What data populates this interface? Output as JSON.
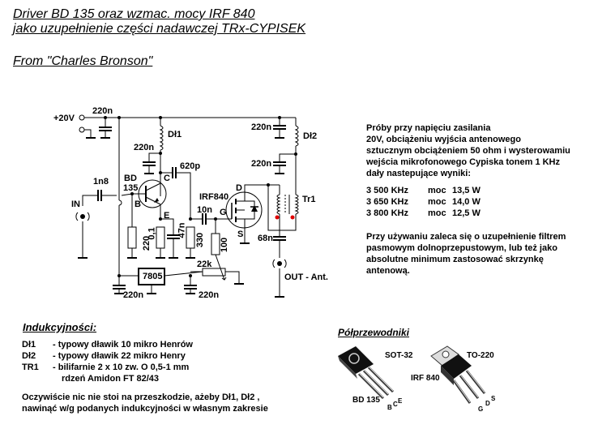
{
  "header": {
    "title_line1": "Driver BD 135 oraz wzmac. mocy IRF 840",
    "title_line2": "jako uzupełnienie części nadawczej TRx-CYPISEK",
    "author": "From \"Charles Bronson\""
  },
  "schematic": {
    "labels": {
      "supply": "+20V",
      "c_supply": "220n",
      "dl1": "Dł1",
      "c_dl1": "220n",
      "c_coupling": "620p",
      "c_in": "1n8",
      "bd": "BD",
      "bd_num": "135",
      "pin_b": "B",
      "pin_c": "C",
      "pin_e": "E",
      "in": "IN",
      "r_base": "220",
      "r_emit": "0,1",
      "c_emit": "47n",
      "r_coll": "330",
      "irf": "IRF840",
      "c_gate": "10n",
      "pin_g": "G",
      "pin_d": "D",
      "pin_s": "S",
      "r_gate": "100",
      "pot": "22k",
      "reg": "7805",
      "c_reg_in": "220n",
      "c_reg_out": "220n",
      "c_dl2_top": "220n",
      "dl2": "Dł2",
      "c_dl2_bot": "220n",
      "tr1": "Tr1",
      "c_out": "68n",
      "out": "OUT - Ant."
    }
  },
  "results": {
    "intro": [
      "Próby przy napięciu zasilania",
      "20V, obciążeniu wyjścia antenowego",
      "sztucznym obciążeniem 50 ohm i wysterowamiu",
      "wejścia mikrofonowego Cypiska tonem 1 KHz",
      "dały nastepujące wyniki:"
    ],
    "measurements": [
      {
        "freq": "3 500 KHz",
        "label": "moc",
        "power": "13,5 W"
      },
      {
        "freq": "3 650 KHz",
        "label": "moc",
        "power": "14,0 W"
      },
      {
        "freq": "3 800 KHz",
        "label": "moc",
        "power": "12,5 W"
      }
    ],
    "note": [
      "Przy używaniu zaleca się o uzupełnienie filtrem",
      "pasmowym dolnoprzepustowym, lub też jako",
      "absolutne minimum zastosować skrzynkę",
      "antenową."
    ]
  },
  "inductors": {
    "heading": "Indukcyjności:",
    "items": [
      {
        "name": "Dł1",
        "desc": "-  typowy dławik 10 mikro Henrów"
      },
      {
        "name": "Dł2",
        "desc": "-  typowy dławik 22 mikro Henry"
      },
      {
        "name": "TR1",
        "desc": "-  bilifarnie 2 x 10 zw. O 0,5-1 mm"
      },
      {
        "name": "",
        "desc": "rdzeń Amidon FT 82/43"
      }
    ],
    "footer": [
      "Oczywiście nic nie stoi na przeszkodzie, ażeby Dł1, Dł2 ,",
      "nawinąć w/g podanych indukcyjności w własnym zakresie"
    ]
  },
  "semiconductors": {
    "heading": "Półprzewodniki",
    "sot32": {
      "package": "SOT-32",
      "part": "BD 135",
      "pins": [
        "B",
        "C",
        "E"
      ]
    },
    "to220": {
      "package": "TO-220",
      "part": "IRF 840",
      "pins": [
        "G",
        "D",
        "S"
      ]
    }
  },
  "colors": {
    "ink": "#000000",
    "dot": "#e00000",
    "background": "#ffffff"
  }
}
